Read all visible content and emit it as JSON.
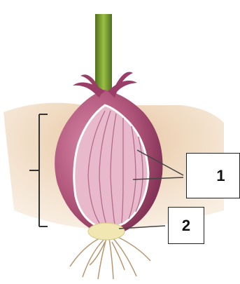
{
  "diagram": {
    "subject": "onion-bulb",
    "labels": [
      {
        "id": "1",
        "text": "1"
      },
      {
        "id": "2",
        "text": "2"
      }
    ],
    "colors": {
      "soil": "#d9a36a",
      "bulb_outer": "#b0557a",
      "bulb_inner": "#e6b6c8",
      "stem": "#6b8f2a",
      "roots": "#b89770",
      "base": "#f1e7b3"
    }
  }
}
